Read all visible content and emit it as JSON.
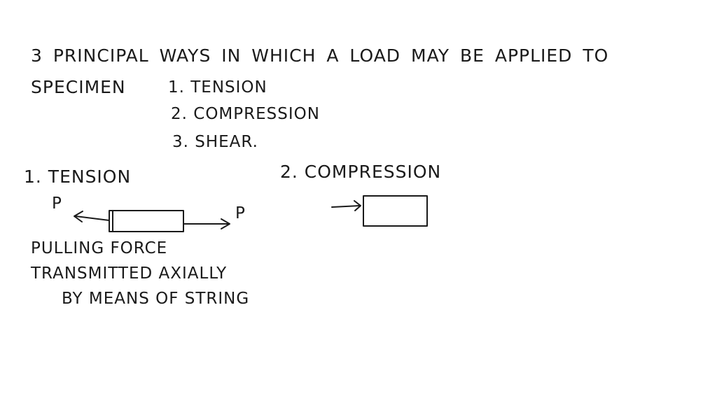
{
  "heading": {
    "line1": "3 PRINCIPAL WAYS IN WHICH A LOAD MAY BE APPLIED TO",
    "line2": "SPECIMEN"
  },
  "list": [
    "1. TENSION",
    "2. COMPRESSION",
    "3. SHEAR."
  ],
  "tension": {
    "title": "1. TENSION",
    "left_label": "P",
    "right_label": "P",
    "notes": [
      "PULLING FORCE",
      "TRANSMITTED AXIALLY",
      "BY MEANS OF STRING"
    ]
  },
  "compression": {
    "title": "2. COMPRESSION"
  }
}
